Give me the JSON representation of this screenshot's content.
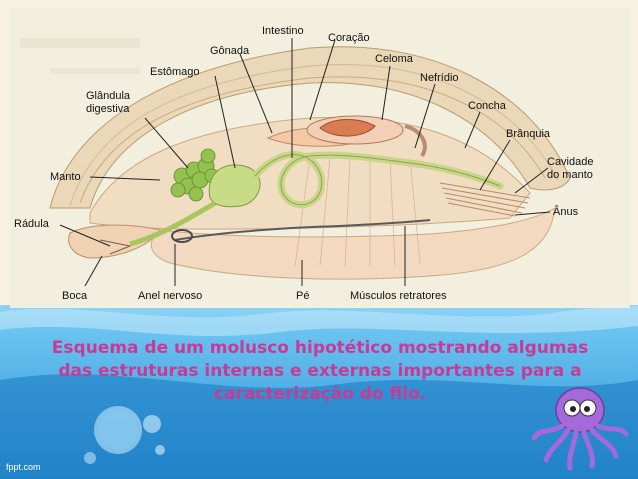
{
  "diagram": {
    "labels": {
      "intestino": "Intestino",
      "coracao": "Coração",
      "gonada": "Gônada",
      "celoma": "Celoma",
      "estomago": "Estômago",
      "nefridio": "Nefrídio",
      "glandula1": "Glândula",
      "glandula2": "digestiva",
      "concha": "Concha",
      "branquia": "Brânquia",
      "cavidade1": "Cavidade",
      "cavidade2": "do manto",
      "manto": "Manto",
      "anus": "Ânus",
      "radula": "Rádula",
      "boca": "Boca",
      "anel": "Anel nervoso",
      "pe": "Pé",
      "musculos": "Músculos retratores"
    }
  },
  "caption": {
    "line1": "Esquema de um molusco hipotético mostrando algumas",
    "line2": "das estruturas internas e externas importantes para a",
    "line3": "caracterização do filo."
  },
  "footer": {
    "brand": "fppt.com"
  },
  "colors": {
    "caption": "#c83a96",
    "ocean": "#1e8fd6",
    "shell": "#e9d7b8",
    "gland": "#8db94a",
    "heart": "#d8825a"
  }
}
